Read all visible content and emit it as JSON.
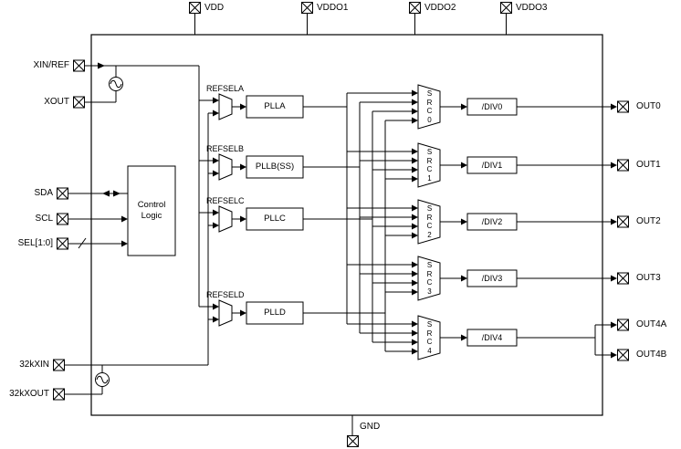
{
  "diagram": {
    "top_pins": [
      {
        "label": "VDD"
      },
      {
        "label": "VDDO1"
      },
      {
        "label": "VDDO2"
      },
      {
        "label": "VDDO3"
      }
    ],
    "bottom_pin": {
      "label": "GND"
    },
    "left_pins": [
      {
        "label": "XIN/REF"
      },
      {
        "label": "XOUT"
      },
      {
        "label": "SDA"
      },
      {
        "label": "SCL"
      },
      {
        "label": "SEL[1:0]"
      },
      {
        "label": "32kXIN"
      },
      {
        "label": "32kXOUT"
      }
    ],
    "right_pins": [
      {
        "label": "OUT0"
      },
      {
        "label": "OUT1"
      },
      {
        "label": "OUT2"
      },
      {
        "label": "OUT3"
      },
      {
        "label": "OUT4A"
      },
      {
        "label": "OUT4B"
      }
    ],
    "control_logic": {
      "label": "Control Logic"
    },
    "ref_muxes": [
      {
        "label": "REFSELA"
      },
      {
        "label": "REFSELB"
      },
      {
        "label": "REFSELC"
      },
      {
        "label": "REFSELD"
      }
    ],
    "plls": [
      {
        "label": "PLLA"
      },
      {
        "label": "PLLB(SS)"
      },
      {
        "label": "PLLC"
      },
      {
        "label": "PLLD"
      }
    ],
    "src_muxes": [
      {
        "label": "SRC0"
      },
      {
        "label": "SRC1"
      },
      {
        "label": "SRC2"
      },
      {
        "label": "SRC3"
      },
      {
        "label": "SRC4"
      }
    ],
    "dividers": [
      {
        "label": "/DIV0"
      },
      {
        "label": "/DIV1"
      },
      {
        "label": "/DIV2"
      },
      {
        "label": "/DIV3"
      },
      {
        "label": "/DIV4"
      }
    ],
    "colors": {
      "line": "#000000",
      "background": "#ffffff"
    }
  }
}
